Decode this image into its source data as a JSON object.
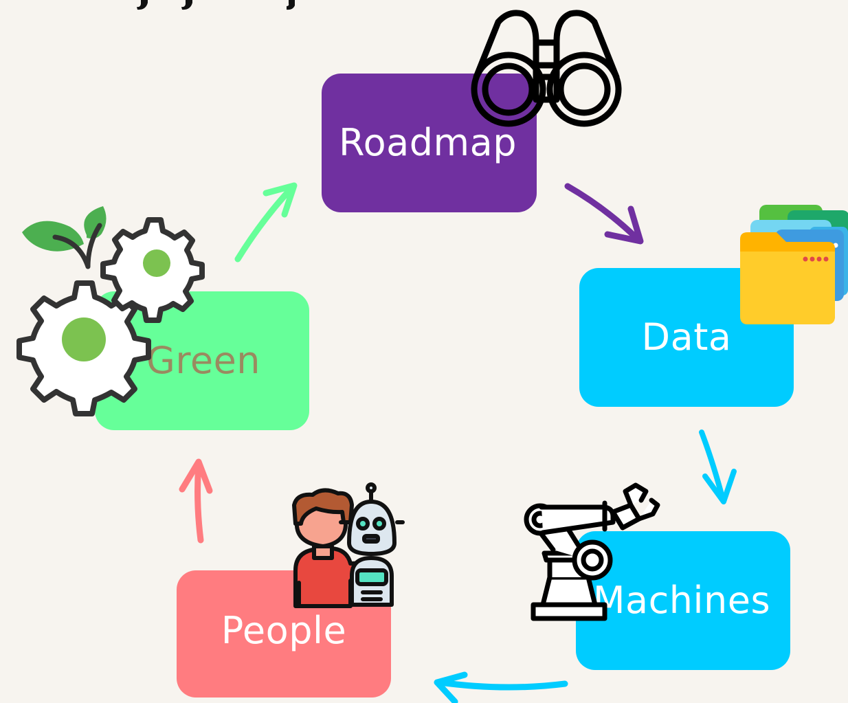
{
  "diagram": {
    "nodes": [
      {
        "id": "roadmap",
        "label": "Roadmap",
        "color": "#7030A0",
        "text_color": "#FFFFFF",
        "icon": "binoculars-icon"
      },
      {
        "id": "data",
        "label": "Data",
        "color": "#00CCFF",
        "text_color": "#FFFFFF",
        "icon": "folders-icon"
      },
      {
        "id": "machines",
        "label": "Machines",
        "color": "#00CCFF",
        "text_color": "#FFFFFF",
        "icon": "robotic-arm-icon"
      },
      {
        "id": "people",
        "label": "People",
        "color": "#FF7C80",
        "text_color": "#FFFFFF",
        "icon": "person-and-robot-icon"
      },
      {
        "id": "green",
        "label": "Green",
        "color": "#66FF99",
        "text_color": "#9A8A60",
        "icon": "gears-and-leaves-icon"
      }
    ],
    "edges": [
      {
        "from": "roadmap",
        "to": "data",
        "color": "#7030A0"
      },
      {
        "from": "data",
        "to": "machines",
        "color": "#00CCFF"
      },
      {
        "from": "machines",
        "to": "people",
        "color": "#00CCFF"
      },
      {
        "from": "people",
        "to": "green",
        "color": "#FF7C80"
      },
      {
        "from": "green",
        "to": "roadmap",
        "color": "#66FF99"
      }
    ]
  }
}
